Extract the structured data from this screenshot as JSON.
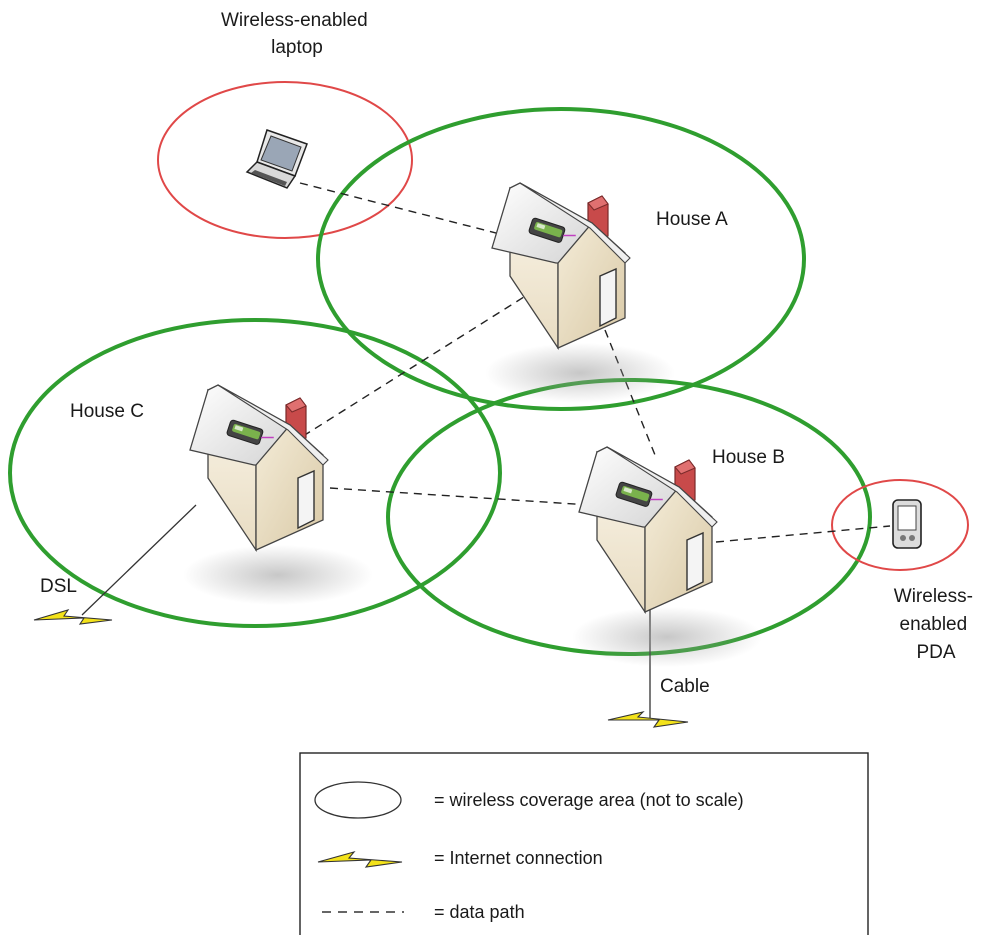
{
  "labels": {
    "laptop": [
      "Wireless-enabled",
      "laptop"
    ],
    "house_a": "House A",
    "house_b": "House B",
    "house_c": "House C",
    "pda": [
      "Wireless-",
      "enabled",
      "PDA"
    ],
    "dsl": "DSL",
    "cable": "Cable"
  },
  "legend": {
    "coverage": "= wireless coverage area (not to scale)",
    "internet": "= Internet connection",
    "data_path": "= data path"
  },
  "colors": {
    "house_coverage": "#2f9e2f",
    "device_coverage": "#e04848",
    "data_path": "#222222",
    "bolt_fill": "#f3e21a",
    "chimney": "#c84a4a",
    "router": "#7ab24c"
  }
}
